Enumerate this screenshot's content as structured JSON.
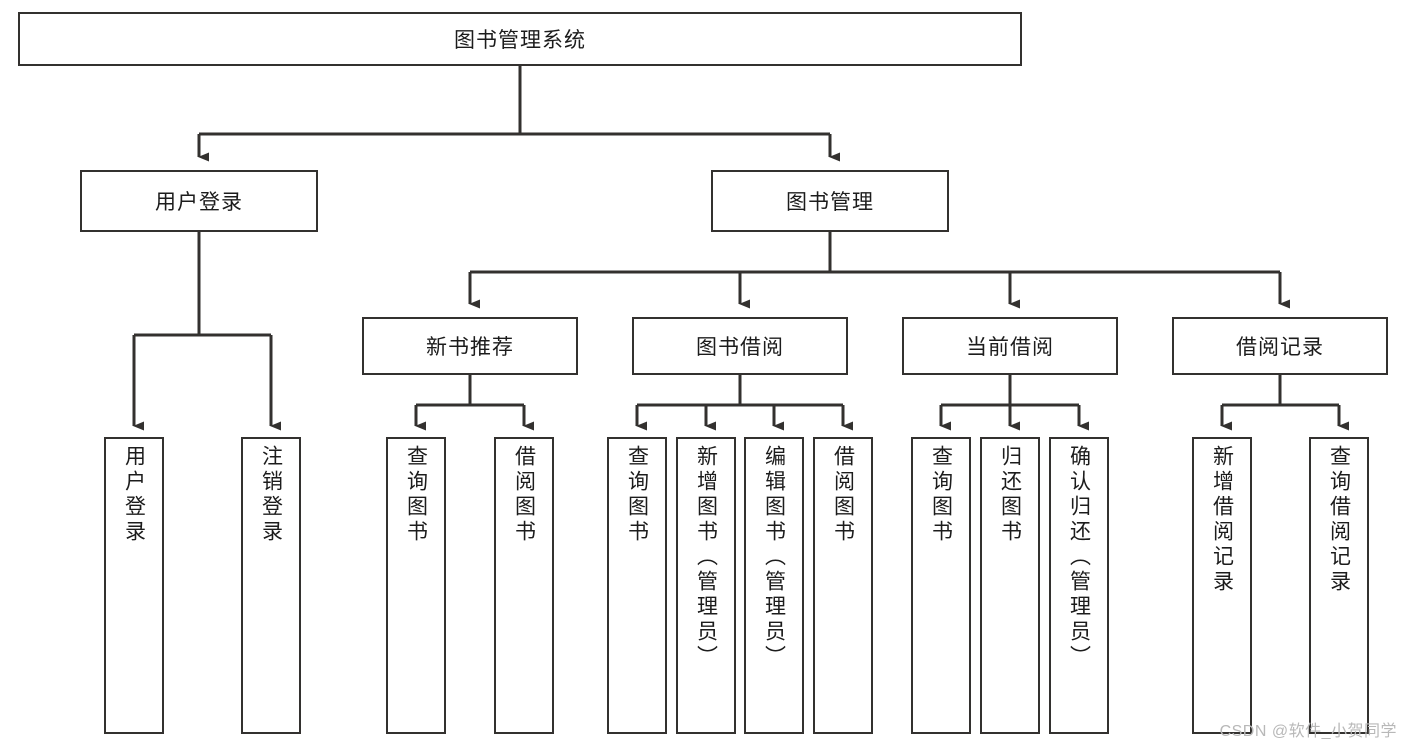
{
  "diagram": {
    "type": "tree-hierarchy",
    "title": "图书管理系统",
    "watermark": "CSDN @软件_小贺同学",
    "colors": {
      "border": "#33312f",
      "background": "#ffffff",
      "text": "#1c1c1c",
      "watermark": "#b8b8b8"
    },
    "nodes": {
      "root": {
        "label": "图书管理系统",
        "level": 1,
        "orientation": "horizontal"
      },
      "user_login": {
        "label": "用户登录",
        "level": 2,
        "orientation": "horizontal"
      },
      "book_manage": {
        "label": "图书管理",
        "level": 2,
        "orientation": "horizontal"
      },
      "new_book_rec": {
        "label": "新书推荐",
        "level": 3,
        "orientation": "horizontal"
      },
      "book_borrow": {
        "label": "图书借阅",
        "level": 3,
        "orientation": "horizontal"
      },
      "current_borrow": {
        "label": "当前借阅",
        "level": 3,
        "orientation": "horizontal"
      },
      "borrow_record": {
        "label": "借阅记录",
        "level": 3,
        "orientation": "horizontal"
      },
      "leaf_user_login": {
        "label": "用户登录",
        "level": 4,
        "orientation": "vertical"
      },
      "leaf_logout": {
        "label": "注销登录",
        "level": 4,
        "orientation": "vertical"
      },
      "leaf_query_book_1": {
        "label": "查询图书",
        "level": 4,
        "orientation": "vertical"
      },
      "leaf_borrow_book_1": {
        "label": "借阅图书",
        "level": 4,
        "orientation": "vertical"
      },
      "leaf_query_book_2": {
        "label": "查询图书",
        "level": 4,
        "orientation": "vertical"
      },
      "leaf_add_book": {
        "label": "新增图书（管理员）",
        "level": 4,
        "orientation": "vertical"
      },
      "leaf_edit_book": {
        "label": "编辑图书（管理员）",
        "level": 4,
        "orientation": "vertical"
      },
      "leaf_borrow_book_2": {
        "label": "借阅图书",
        "level": 4,
        "orientation": "vertical"
      },
      "leaf_query_book_3": {
        "label": "查询图书",
        "level": 4,
        "orientation": "vertical"
      },
      "leaf_return_book": {
        "label": "归还图书",
        "level": 4,
        "orientation": "vertical"
      },
      "leaf_confirm_return": {
        "label": "确认归还（管理员）",
        "level": 4,
        "orientation": "vertical"
      },
      "leaf_add_record": {
        "label": "新增借阅记录",
        "level": 4,
        "orientation": "vertical"
      },
      "leaf_query_record": {
        "label": "查询借阅记录",
        "level": 4,
        "orientation": "vertical"
      }
    },
    "edges": [
      {
        "from": "root",
        "to": "user_login"
      },
      {
        "from": "root",
        "to": "book_manage"
      },
      {
        "from": "book_manage",
        "to": "new_book_rec"
      },
      {
        "from": "book_manage",
        "to": "book_borrow"
      },
      {
        "from": "book_manage",
        "to": "current_borrow"
      },
      {
        "from": "book_manage",
        "to": "borrow_record"
      },
      {
        "from": "user_login",
        "to": "leaf_user_login"
      },
      {
        "from": "user_login",
        "to": "leaf_logout"
      },
      {
        "from": "new_book_rec",
        "to": "leaf_query_book_1"
      },
      {
        "from": "new_book_rec",
        "to": "leaf_borrow_book_1"
      },
      {
        "from": "book_borrow",
        "to": "leaf_query_book_2"
      },
      {
        "from": "book_borrow",
        "to": "leaf_add_book"
      },
      {
        "from": "book_borrow",
        "to": "leaf_edit_book"
      },
      {
        "from": "book_borrow",
        "to": "leaf_borrow_book_2"
      },
      {
        "from": "current_borrow",
        "to": "leaf_query_book_3"
      },
      {
        "from": "current_borrow",
        "to": "leaf_return_book"
      },
      {
        "from": "current_borrow",
        "to": "leaf_confirm_return"
      },
      {
        "from": "borrow_record",
        "to": "leaf_add_record"
      },
      {
        "from": "borrow_record",
        "to": "leaf_query_record"
      }
    ]
  }
}
